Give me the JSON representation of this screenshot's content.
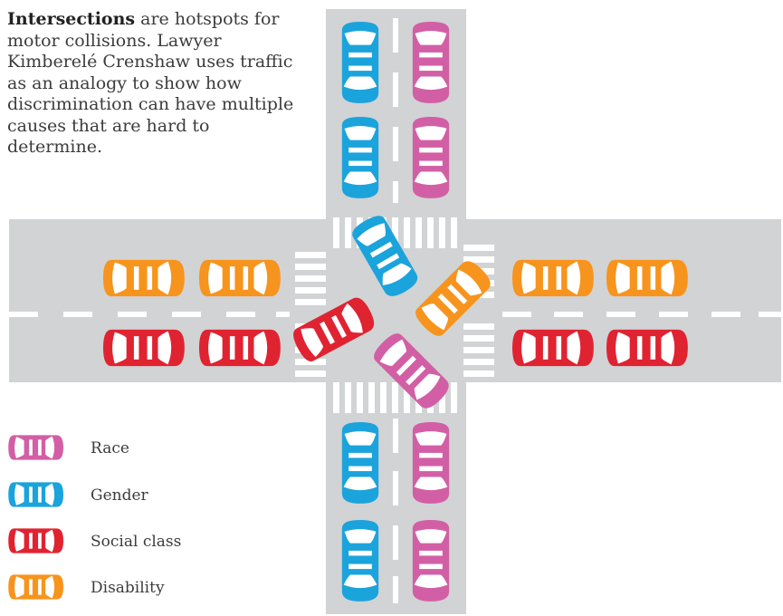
{
  "caption": {
    "lead": "Intersections",
    "text": " are hotspots for motor collisions. Lawyer Kimberelé Crenshaw uses traffic as an analogy to show how discrimination can have multiple causes that are hard to determine."
  },
  "legend": [
    {
      "label": "Race",
      "color": "#d25fa5"
    },
    {
      "label": "Gender",
      "color": "#1ba3dc"
    },
    {
      "label": "Social class",
      "color": "#e02331"
    },
    {
      "label": "Disability",
      "color": "#f7941d"
    }
  ],
  "colors": {
    "road": "#d1d3d4",
    "marking": "#ffffff",
    "race": "#d25fa5",
    "gender": "#1ba3dc",
    "social_class": "#e02331",
    "disability": "#f7941d"
  }
}
